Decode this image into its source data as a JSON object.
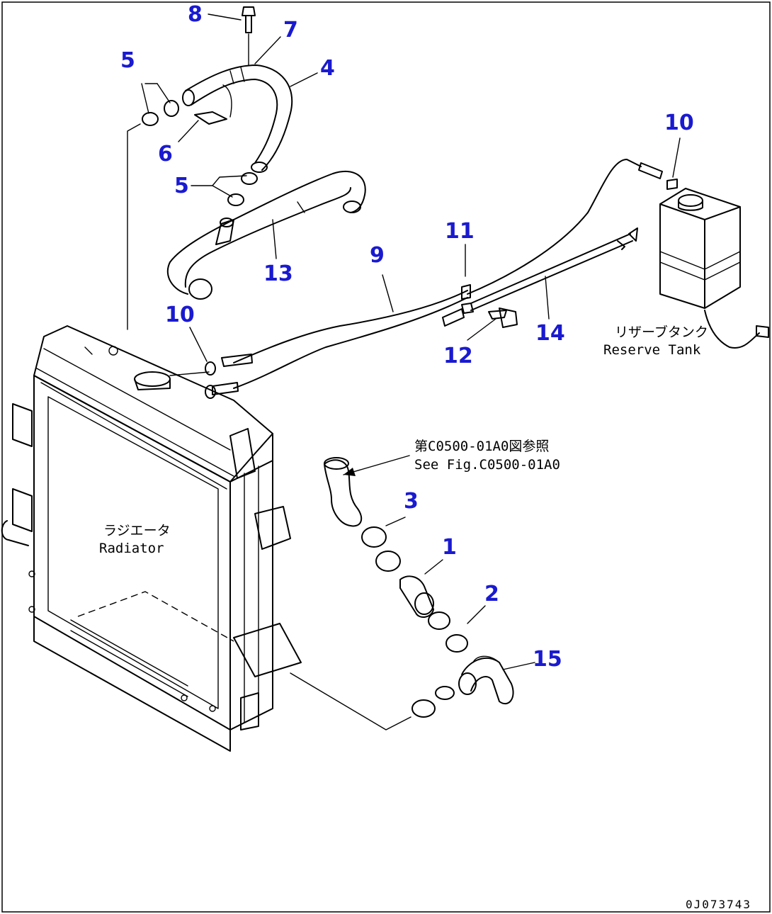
{
  "callouts": [
    {
      "id": "8",
      "label": "8"
    },
    {
      "id": "7",
      "label": "7"
    },
    {
      "id": "4",
      "label": "4"
    },
    {
      "id": "5a",
      "label": "5"
    },
    {
      "id": "6",
      "label": "6"
    },
    {
      "id": "5b",
      "label": "5"
    },
    {
      "id": "13",
      "label": "13"
    },
    {
      "id": "10a",
      "label": "10"
    },
    {
      "id": "9",
      "label": "9"
    },
    {
      "id": "11",
      "label": "11"
    },
    {
      "id": "12",
      "label": "12"
    },
    {
      "id": "14",
      "label": "14"
    },
    {
      "id": "10b",
      "label": "10"
    },
    {
      "id": "3",
      "label": "3"
    },
    {
      "id": "1",
      "label": "1"
    },
    {
      "id": "2",
      "label": "2"
    },
    {
      "id": "15",
      "label": "15"
    }
  ],
  "labels": {
    "reserve_tank_jp": "リザーブタンク",
    "reserve_tank_en": "Reserve Tank",
    "radiator_jp": "ラジエータ",
    "radiator_en": "Radiator",
    "ref_jp": "第C0500-01A0図参照",
    "ref_en": "See Fig.C0500-01A0"
  },
  "drawing_id": "0J073743"
}
